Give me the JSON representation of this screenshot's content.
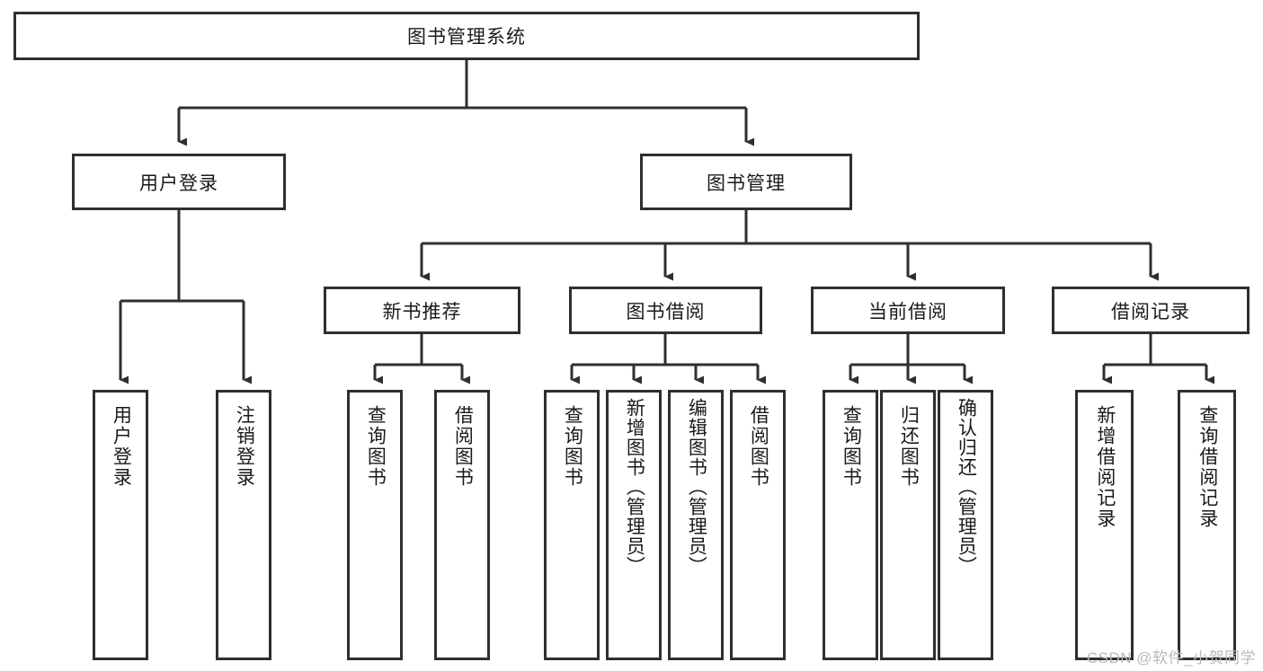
{
  "diagram": {
    "type": "tree-hierarchy",
    "title": "图书管理系统",
    "root": {
      "id": "root",
      "label": "图书管理系统"
    },
    "level2": [
      {
        "id": "user-login",
        "label": "用户登录"
      },
      {
        "id": "book-manage",
        "label": "图书管理"
      }
    ],
    "level3": [
      {
        "id": "new-book-rec",
        "label": "新书推荐",
        "parent": "book-manage"
      },
      {
        "id": "book-borrow",
        "label": "图书借阅",
        "parent": "book-manage"
      },
      {
        "id": "current-borrow",
        "label": "当前借阅",
        "parent": "book-manage"
      },
      {
        "id": "borrow-record",
        "label": "借阅记录",
        "parent": "book-manage"
      }
    ],
    "leaves": [
      {
        "id": "leaf-user-login",
        "label": "用户登录",
        "parent": "user-login"
      },
      {
        "id": "leaf-user-logout",
        "label": "注销登录",
        "parent": "user-login"
      },
      {
        "id": "leaf-query-book-1",
        "label": "查询图书",
        "parent": "new-book-rec"
      },
      {
        "id": "leaf-borrow-book-1",
        "label": "借阅图书",
        "parent": "new-book-rec"
      },
      {
        "id": "leaf-query-book-2",
        "label": "查询图书",
        "parent": "book-borrow"
      },
      {
        "id": "leaf-add-book",
        "label": "新增图书（管理员）",
        "parent": "book-borrow"
      },
      {
        "id": "leaf-edit-book",
        "label": "编辑图书（管理员）",
        "parent": "book-borrow"
      },
      {
        "id": "leaf-borrow-book-2",
        "label": "借阅图书",
        "parent": "book-borrow"
      },
      {
        "id": "leaf-query-book-3",
        "label": "查询图书",
        "parent": "current-borrow"
      },
      {
        "id": "leaf-return-book",
        "label": "归还图书",
        "parent": "current-borrow"
      },
      {
        "id": "leaf-confirm-return",
        "label": "确认归还（管理员）",
        "parent": "current-borrow"
      },
      {
        "id": "leaf-add-record",
        "label": "新增借阅记录",
        "parent": "borrow-record"
      },
      {
        "id": "leaf-query-record",
        "label": "查询借阅记录",
        "parent": "borrow-record"
      }
    ],
    "colors": {
      "background": "#ffffff",
      "box_border": "#2f2f2f",
      "box_fill": "#ffffff",
      "connector": "#2f2f2f",
      "text": "#1a1a1a",
      "watermark": "#b9b9b9"
    }
  },
  "watermark": {
    "text": "CSDN @软件_小贺同学"
  }
}
